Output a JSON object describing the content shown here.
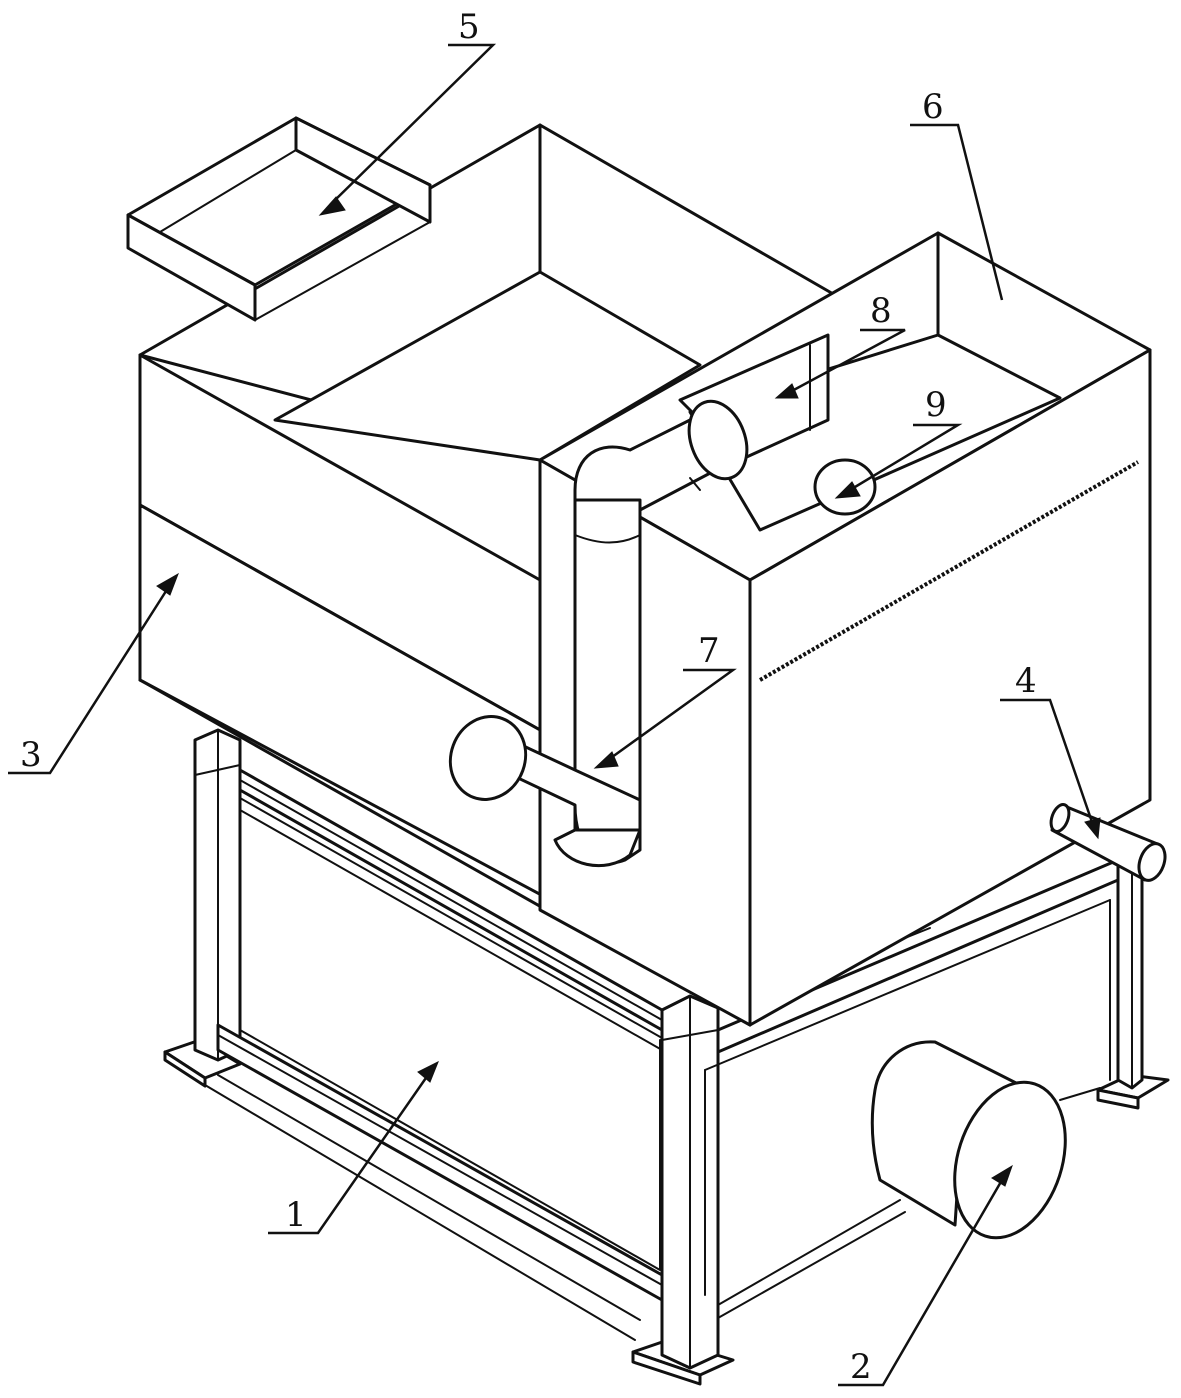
{
  "figure": {
    "callouts": [
      {
        "id": "c1",
        "label": "1"
      },
      {
        "id": "c2",
        "label": "2"
      },
      {
        "id": "c3",
        "label": "3"
      },
      {
        "id": "c4",
        "label": "4"
      },
      {
        "id": "c5",
        "label": "5"
      },
      {
        "id": "c6",
        "label": "6"
      },
      {
        "id": "c7",
        "label": "7"
      },
      {
        "id": "c8",
        "label": "8"
      },
      {
        "id": "c9",
        "label": "9"
      }
    ]
  }
}
